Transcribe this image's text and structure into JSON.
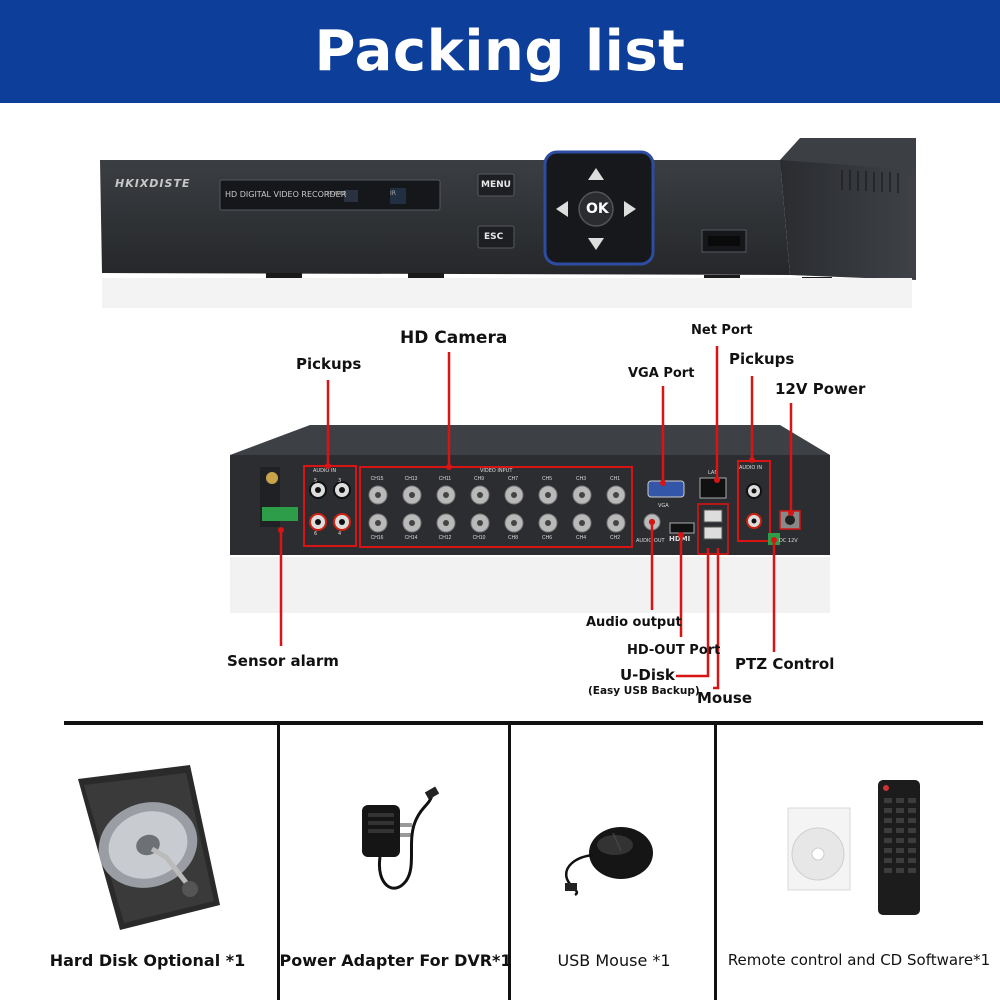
{
  "header": {
    "title": "Packing list"
  },
  "front_panel": {
    "brand": "HKIXDISTE",
    "display": "HD DIGITAL VIDEO RECORDER",
    "power": "POWER",
    "ir": "IR",
    "menu": "MENU",
    "esc": "ESC",
    "ok": "OK"
  },
  "rear_panel": {
    "audio_in": "AUDIO IN",
    "video_input": "VIDEO INPUT",
    "vga": "VGA",
    "lan": "LAN",
    "hdmi": "HDMI",
    "audio_out": "AUDIO OUT",
    "dc": "DC 12V",
    "audio_in_right": "AUDIO IN",
    "channels_top": [
      "CH15",
      "CH13",
      "CH11",
      "CH9",
      "CH7",
      "CH5",
      "CH3",
      "CH1"
    ],
    "channels_bottom": [
      "CH16",
      "CH14",
      "CH12",
      "CH10",
      "CH8",
      "CH6",
      "CH4",
      "CH2"
    ],
    "audio_nums_top": [
      "5",
      "3"
    ],
    "audio_nums_bottom": [
      "6",
      "4"
    ]
  },
  "callouts": {
    "hd_camera": "HD Camera",
    "pickups_left": "Pickups",
    "net_port": "Net Port",
    "pickups_right": "Pickups",
    "vga_port": "VGA Port",
    "power_12v": "12V Power",
    "sensor_alarm": "Sensor alarm",
    "audio_output": "Audio output",
    "hd_out_port": "HD-OUT Port",
    "u_disk": "U-Disk",
    "u_disk_note": "(Easy USB Backup)",
    "mouse": "Mouse",
    "ptz_control": "PTZ Control"
  },
  "items": [
    {
      "caption": "Hard Disk Optional *1"
    },
    {
      "caption": "Power Adapter For DVR*1"
    },
    {
      "caption": "USB Mouse *1"
    },
    {
      "caption": "Remote control and  CD Software*1"
    }
  ],
  "colors": {
    "header_bg": "#0d3f9a",
    "callout_line": "#d81414"
  }
}
